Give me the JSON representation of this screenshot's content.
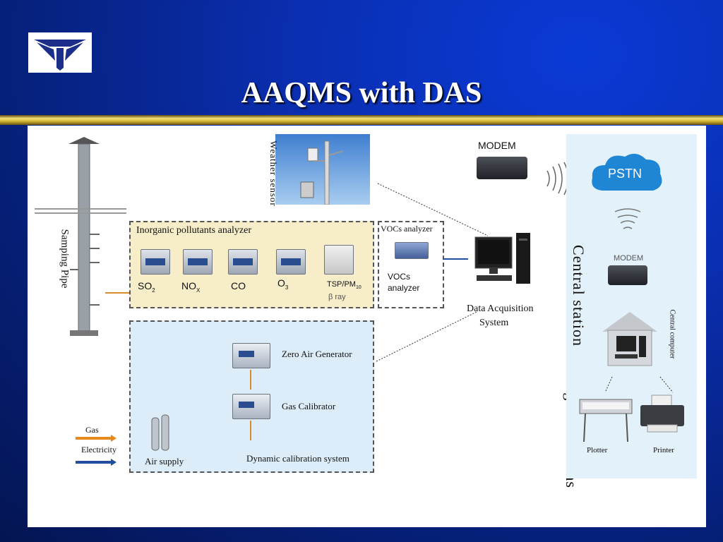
{
  "slide": {
    "title": "AAQMS with DAS"
  },
  "diagram": {
    "sampling_pipe": "Samping  Pipe",
    "weather_sensor": "Weather  sensor",
    "inorganic_title": "Inorganic pollutants analyzer",
    "analyzers": [
      {
        "label": "SO",
        "sub": "2"
      },
      {
        "label": "NO",
        "sub": "X"
      },
      {
        "label": "CO",
        "sub": ""
      },
      {
        "label": "O",
        "sub": "3"
      },
      {
        "label": "TSP/PM",
        "sub": "10"
      }
    ],
    "tsp_sub_label": "β ray",
    "vocs_title": "VOCs analyzer",
    "vocs_line1": "VOCs",
    "vocs_line2": "analyzer",
    "das_line1": "Data Acquisition",
    "das_line2": "System",
    "zero_air": "Zero Air Generator",
    "gas_calibrator": "Gas Calibrator",
    "air_supply": "Air supply",
    "dynamic_cal": "Dynamic calibration system",
    "legend_gas": "Gas",
    "legend_electricity": "Electricity",
    "modem_top": "MODEM",
    "pstn": "PSTN",
    "modem_small": "MODEM",
    "central_station": "Central station",
    "central_computer": "Central computer",
    "plotter": "Plotter",
    "printer": "Printer",
    "monitoring_sub": "Monitoring sub-stations",
    "colors": {
      "gas_arrow": "#e8891c",
      "electricity_arrow": "#1f4f9e",
      "pstn_cloud": "#1f86d6"
    }
  }
}
